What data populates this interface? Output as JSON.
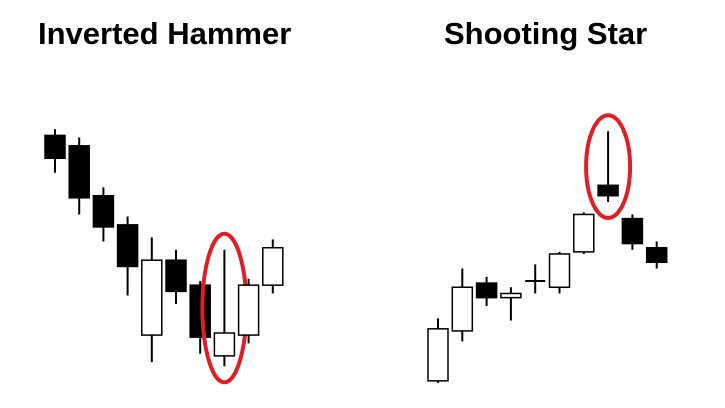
{
  "panels": [
    {
      "title": "Inverted Hammer",
      "candles": [
        {
          "high": 0.04,
          "top": 0.1,
          "bottom": 0.32,
          "low": 0.46,
          "color": "black"
        },
        {
          "high": 0.12,
          "top": 0.2,
          "bottom": 0.7,
          "low": 0.86,
          "color": "black"
        },
        {
          "high": 0.6,
          "top": 0.68,
          "bottom": 0.98,
          "low": 1.12,
          "color": "black"
        },
        {
          "high": 0.88,
          "top": 0.96,
          "bottom": 1.36,
          "low": 1.64,
          "color": "black"
        },
        {
          "high": 1.08,
          "top": 1.3,
          "bottom": 2.02,
          "low": 2.28,
          "color": "white"
        },
        {
          "high": 1.2,
          "top": 1.3,
          "bottom": 1.6,
          "low": 1.72,
          "color": "black"
        },
        {
          "high": 1.5,
          "top": 1.54,
          "bottom": 2.04,
          "low": 2.2,
          "color": "black"
        },
        {
          "high": 1.2,
          "top": 2.0,
          "bottom": 2.22,
          "low": 2.32,
          "color": "white",
          "highlight": true
        },
        {
          "high": 1.48,
          "top": 1.54,
          "bottom": 2.02,
          "low": 2.1,
          "color": "white"
        },
        {
          "high": 1.1,
          "top": 1.18,
          "bottom": 1.54,
          "low": 1.62,
          "color": "white"
        }
      ]
    },
    {
      "title": "Shooting Star",
      "candles": [
        {
          "high": 1.86,
          "top": 1.96,
          "bottom": 2.46,
          "low": 2.48,
          "color": "white"
        },
        {
          "high": 1.38,
          "top": 1.56,
          "bottom": 1.98,
          "low": 2.08,
          "color": "white"
        },
        {
          "high": 1.46,
          "top": 1.52,
          "bottom": 1.66,
          "low": 1.74,
          "color": "black"
        },
        {
          "high": 1.56,
          "top": 1.62,
          "bottom": 1.66,
          "low": 1.88,
          "color": "white"
        },
        {
          "high": 1.34,
          "top": 1.5,
          "bottom": 1.5,
          "low": 1.62,
          "color": "white"
        },
        {
          "high": 1.22,
          "top": 1.24,
          "bottom": 1.56,
          "low": 1.62,
          "color": "white"
        },
        {
          "high": 0.84,
          "top": 0.86,
          "bottom": 1.22,
          "low": 1.24,
          "color": "white"
        },
        {
          "high": 0.06,
          "top": 0.58,
          "bottom": 0.68,
          "low": 0.74,
          "color": "black",
          "highlight": true
        },
        {
          "high": 0.86,
          "top": 0.9,
          "bottom": 1.14,
          "low": 1.2,
          "color": "black"
        },
        {
          "high": 1.12,
          "top": 1.18,
          "bottom": 1.32,
          "low": 1.38,
          "color": "black"
        }
      ]
    }
  ],
  "colors": {
    "bullish_fill": "#ffffff",
    "bearish_fill": "#000000",
    "outline": "#000000",
    "highlight_ring": "#dd1f26"
  }
}
